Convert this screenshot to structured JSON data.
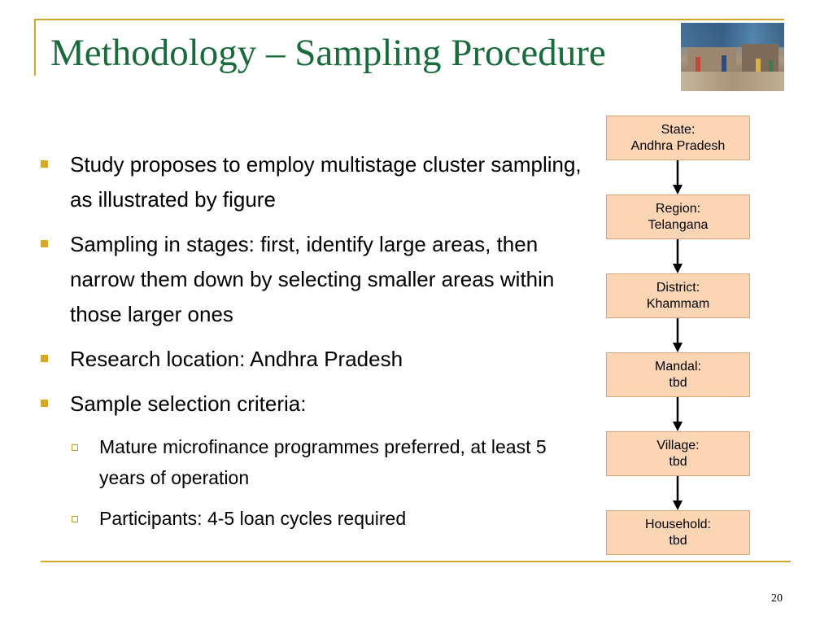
{
  "slide": {
    "title": "Methodology – Sampling Procedure",
    "page_number": "20"
  },
  "bullets": [
    {
      "text": "Study proposes to employ multistage cluster sampling, as illustrated by figure"
    },
    {
      "text": "Sampling in stages: first, identify large areas, then narrow them down by selecting smaller areas within those larger ones"
    },
    {
      "text": "Research location: Andhra Pradesh"
    },
    {
      "text": "Sample selection criteria:"
    }
  ],
  "sub_bullets": [
    {
      "text": "Mature microfinance programmes preferred, at least 5 years of operation"
    },
    {
      "text": "Participants: 4-5 loan cycles required"
    }
  ],
  "flow": [
    {
      "label": "State:",
      "value": "Andhra Pradesh"
    },
    {
      "label": "Region:",
      "value": "Telangana"
    },
    {
      "label": "District:",
      "value": "Khammam"
    },
    {
      "label": "Mandal:",
      "value": "tbd"
    },
    {
      "label": "Village:",
      "value": "tbd"
    },
    {
      "label": "Household:",
      "value": "tbd"
    }
  ],
  "colors": {
    "title": "#1a6b3c",
    "accent": "#d4a82a",
    "flow_box": "#fcd5b5"
  }
}
